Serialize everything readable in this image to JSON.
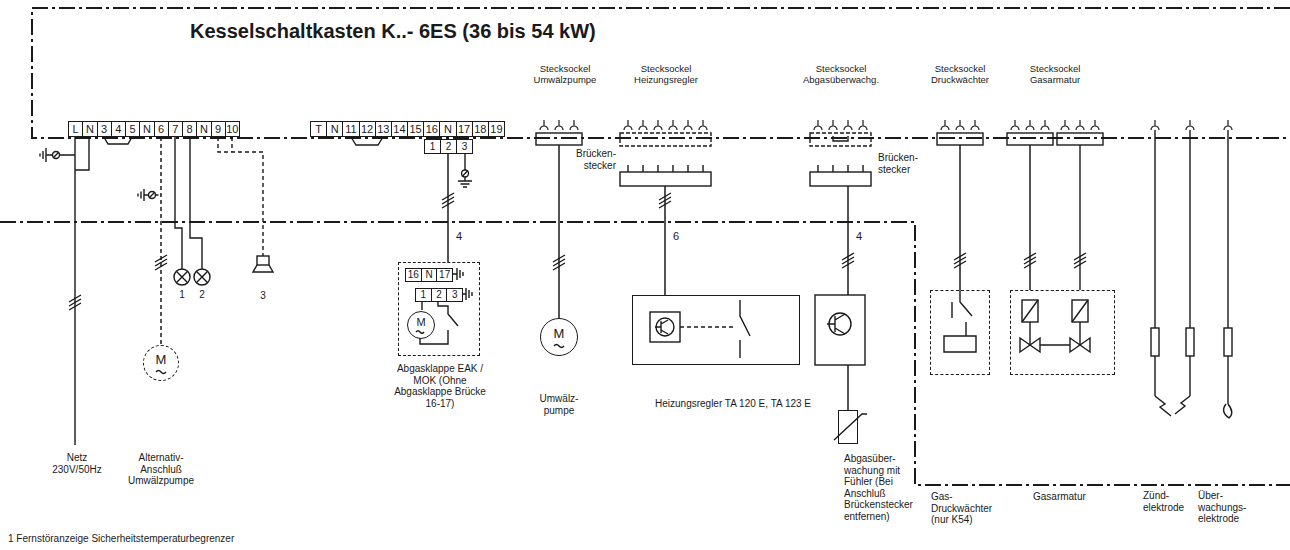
{
  "diagram": {
    "nodes": [
      {
        "text": [
          "Kesselschaltkasten K..- 6ES (36 bis 54 kW)"
        ]
      },
      {
        "text": [
          "L",
          "N",
          "3",
          "4",
          "5",
          "N",
          "6",
          "7",
          "8",
          "N",
          "9",
          "10"
        ],
        "in": 0
      },
      {
        "text": [
          "T",
          "N",
          "11",
          "12",
          "13",
          "14",
          "15",
          "16",
          "N",
          "17",
          "18",
          "19"
        ],
        "in": 0
      },
      {
        "text": [
          "Stecksockel Umwälzpumpe"
        ],
        "in": 0
      },
      {
        "text": [
          "Stecksockel Heizungsregler"
        ],
        "in": 0
      },
      {
        "text": [
          "Stecksockel Abgasüberwachg."
        ],
        "in": 0
      },
      {
        "text": [
          "Stecksockel Druckwächter"
        ],
        "in": 0
      },
      {
        "text": [
          "Stecksockel Gasarmatur"
        ],
        "in": 0
      },
      {
        "text": [
          "1",
          "2",
          "3"
        ]
      },
      {
        "text": [
          "M"
        ]
      },
      {
        "text": [
          "Abgasklappe EAK / MOK (Ohne Abgasklappe Brücke 16-17)"
        ]
      },
      {
        "text": [
          "16",
          "N",
          "17"
        ],
        "in": 10
      },
      {
        "text": [
          "1",
          "2",
          "3"
        ],
        "in": 10
      },
      {
        "text": [
          "M"
        ],
        "in": 10
      },
      {
        "text": [
          "M"
        ]
      },
      {
        "text": [
          "Heizungsregler TA 120 E, TA 123 E"
        ]
      },
      {
        "text": [
          "Abgasüber- wachung mit Fühler (Bei Anschluß Brückenstecker entfernen)"
        ]
      },
      {
        "text": [
          "Gas- Druckwächter (nur K54)"
        ]
      },
      {
        "text": [
          "Gasarmatur"
        ]
      }
    ],
    "edges": [
      {
        "from": 1,
        "to": 9,
        "arrow": "none"
      },
      {
        "from": 8,
        "to": 10,
        "label": "4",
        "arrow": "none"
      },
      {
        "from": 3,
        "to": 14,
        "arrow": "none"
      },
      {
        "from": 4,
        "to": 15,
        "label": "6",
        "arrow": "none"
      },
      {
        "from": 5,
        "to": 16,
        "label": "4",
        "arrow": "none"
      },
      {
        "from": 6,
        "to": 17,
        "arrow": "none"
      },
      {
        "from": 7,
        "to": 18,
        "arrow": "none"
      }
    ],
    "labels": [
      "Brücken- stecker",
      "Brücken- stecker",
      "1",
      "2",
      "3",
      "Netz 230V/50Hz",
      "Alternativ- Anschluß Umwälzpumpe",
      "Umwälz- pumpe",
      "Zünd- elektrode",
      "Über- wachungs- elektrode",
      "1 Fernstöranzeige Sicherheitstemperaturbegrenzer"
    ]
  }
}
